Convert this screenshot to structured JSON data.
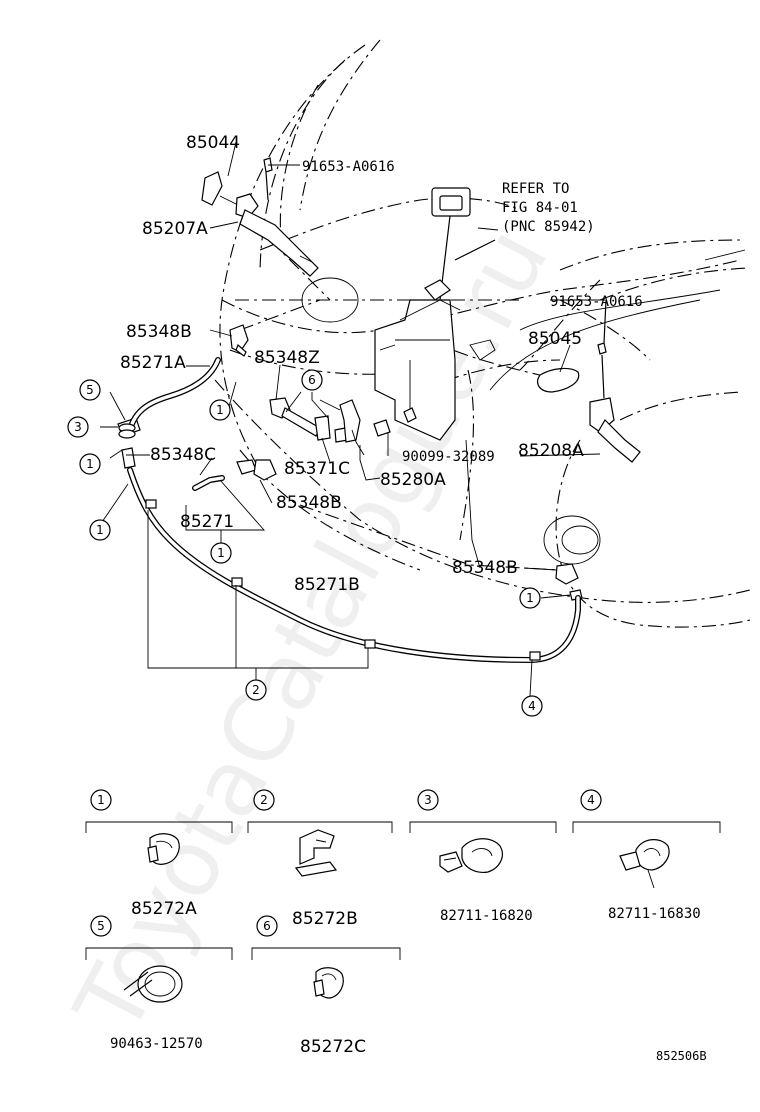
{
  "watermark": "ToyotaCatalogue.ru",
  "diagram_code": "852506B",
  "callouts": {
    "p85044": "85044",
    "p91653_top": "91653-A0616",
    "refer_1": "REFER TO",
    "refer_2": "FIG 84-01",
    "refer_3": "(PNC 85942)",
    "p85207A": "85207A",
    "p91653_right": "91653-A0616",
    "p85348B_top": "85348B",
    "p85045": "85045",
    "p85271A": "85271A",
    "p85348Z": "85348Z",
    "p85348C": "85348C",
    "p85371C": "85371C",
    "p90099": "90099-32089",
    "p85208A": "85208A",
    "p85280A": "85280A",
    "p85348B_mid": "85348B",
    "p85271": "85271",
    "p85348B_low": "85348B",
    "p85271B": "85271B"
  },
  "circle_numbers": [
    "1",
    "2",
    "3",
    "4",
    "5",
    "6"
  ],
  "legend": [
    {
      "num": "1",
      "part": "85272A"
    },
    {
      "num": "2",
      "part": "85272B"
    },
    {
      "num": "3",
      "part": "82711-16820"
    },
    {
      "num": "4",
      "part": "82711-16830"
    },
    {
      "num": "5",
      "part": "90463-12570"
    },
    {
      "num": "6",
      "part": "85272C"
    }
  ]
}
